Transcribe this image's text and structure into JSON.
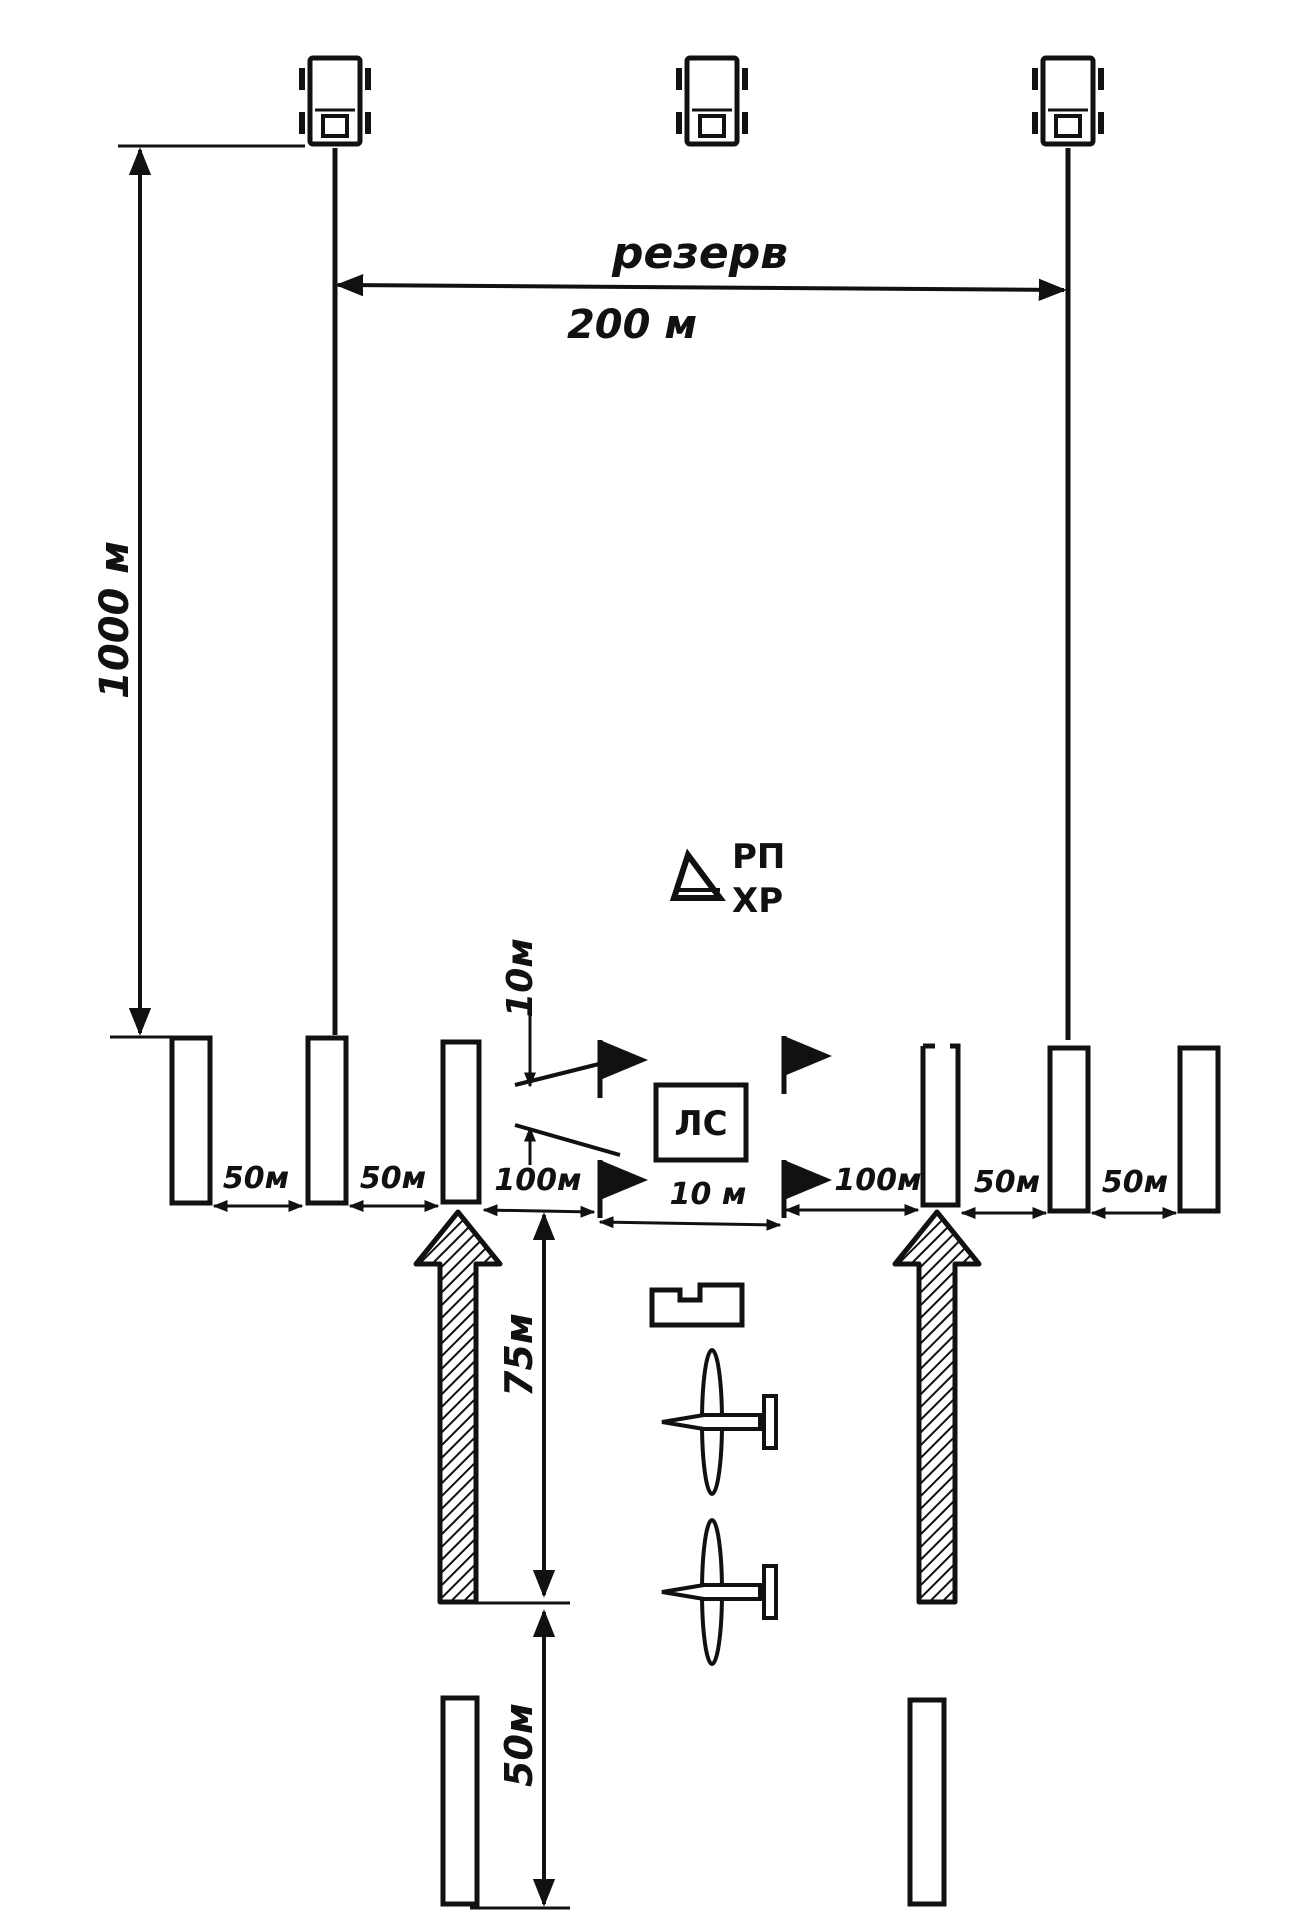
{
  "labels": {
    "reserve": "резерв",
    "reserve_width": "200 м",
    "distance_1000": "1000 м",
    "dist_10m_vertical": "10м",
    "gap_50m": "50м",
    "gap_100m": "100м",
    "gap_10m": "10 м",
    "dist_75m": "75м",
    "dist_50m_bottom": "50м",
    "rp": "РП",
    "hr": "ХР",
    "ls": "ЛС"
  },
  "icons": {
    "vehicle": "truck-topview-icon",
    "flag": "pennant-flag-icon",
    "glider": "glider-aircraft-icon",
    "arrow": "hatched-arrow-icon",
    "triangle": "triangle-marker-icon"
  },
  "colors": {
    "ink": "#111111",
    "background": "#ffffff"
  }
}
